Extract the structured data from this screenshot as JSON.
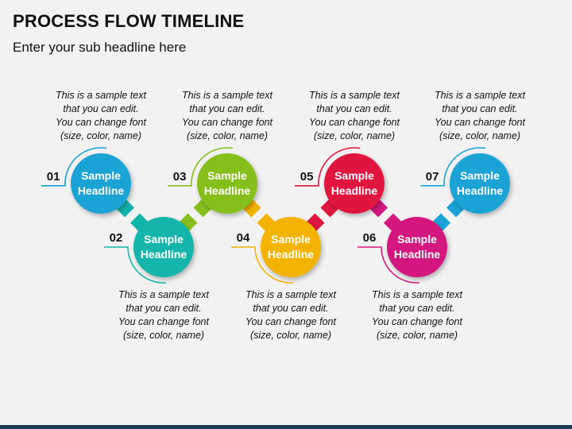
{
  "title": "PROCESS FLOW TIMELINE",
  "subtitle": "Enter your sub headline here",
  "steps": [
    {
      "number": "01",
      "headline": [
        "Sample",
        "Headline"
      ],
      "color": "#1aa3d6",
      "text": [
        "This is a sample text",
        "that you can edit.",
        "You can change font",
        "(size, color, name)"
      ]
    },
    {
      "number": "02",
      "headline": [
        "Sample",
        "Headline"
      ],
      "color": "#12b5ab",
      "text": [
        "This is a sample text",
        "that you can edit.",
        "You can change font",
        "(size, color, name)"
      ]
    },
    {
      "number": "03",
      "headline": [
        "Sample",
        "Headline"
      ],
      "color": "#86be1e",
      "text": [
        "This is a sample text",
        "that you can edit.",
        "You can change font",
        "(size, color, name)"
      ]
    },
    {
      "number": "04",
      "headline": [
        "Sample",
        "Headline"
      ],
      "color": "#f4b300",
      "text": [
        "This is a sample text",
        "that you can edit.",
        "You can change font",
        "(size, color, name)"
      ]
    },
    {
      "number": "05",
      "headline": [
        "Sample",
        "Headline"
      ],
      "color": "#e0173f",
      "text": [
        "This is a sample text",
        "that you can edit.",
        "You can change font",
        "(size, color, name)"
      ]
    },
    {
      "number": "06",
      "headline": [
        "Sample",
        "Headline"
      ],
      "color": "#d4187f",
      "text": [
        "This is a sample text",
        "that you can edit.",
        "You can change font",
        "(size, color, name)"
      ]
    },
    {
      "number": "07",
      "headline": [
        "Sample",
        "Headline"
      ],
      "color": "#1aa3d6",
      "text": [
        "This is a sample text",
        "that you can edit.",
        "You can change font",
        "(size, color, name)"
      ]
    }
  ]
}
